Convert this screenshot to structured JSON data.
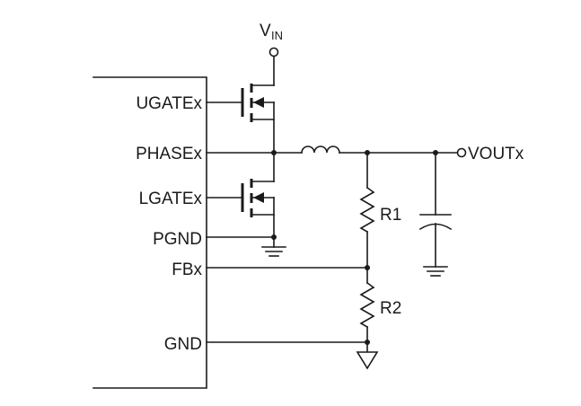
{
  "diagram": {
    "vin": {
      "main": "V",
      "sub": "IN"
    },
    "output_label": "VOUTx",
    "pins": [
      {
        "id": "ugate",
        "label": "UGATEx"
      },
      {
        "id": "phase",
        "label": "PHASEx"
      },
      {
        "id": "lgate",
        "label": "LGATEx"
      },
      {
        "id": "pgnd",
        "label": "PGND"
      },
      {
        "id": "fb",
        "label": "FBx"
      },
      {
        "id": "gnd",
        "label": "GND"
      }
    ],
    "resistors": [
      {
        "id": "r1",
        "label": "R1"
      },
      {
        "id": "r2",
        "label": "R2"
      }
    ]
  }
}
